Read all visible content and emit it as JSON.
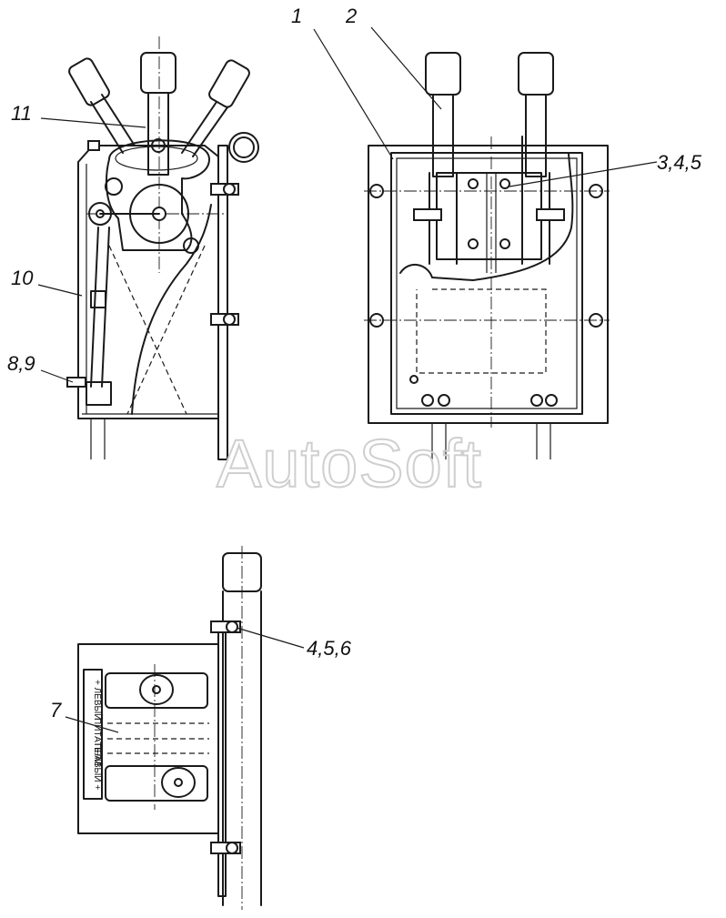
{
  "callouts": {
    "c1": "1",
    "c2": "2",
    "c345": "3,4,5",
    "c11": "11",
    "c10": "10",
    "c89": "8,9",
    "c456": "4,5,6",
    "c7": "7"
  },
  "plate": {
    "line1": "+ ЛЕВЫЙ",
    "line2": "ПИТАТЕЛИ",
    "line3": "ПРАВЫЙ +"
  },
  "watermark": "AutoSoft",
  "colors": {
    "ink": "#1a1a1a",
    "paper": "#ffffff",
    "watermark": "#cfcfcf"
  }
}
